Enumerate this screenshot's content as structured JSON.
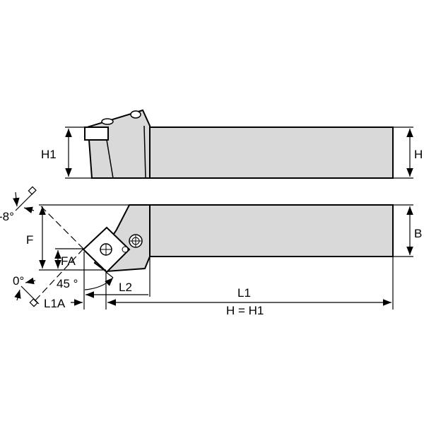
{
  "colors": {
    "body_fill": "#d9d9d9",
    "line": "#000000"
  },
  "labels": {
    "h1": "H1",
    "h": "H",
    "b": "B",
    "f": "F",
    "fa": "FA",
    "angle_neg8": "-8°",
    "angle_0": "0°",
    "angle_45": "45 °",
    "l2": "L2",
    "l1": "L1",
    "l1a": "L1A",
    "h_eq_h1": "H = H1"
  }
}
